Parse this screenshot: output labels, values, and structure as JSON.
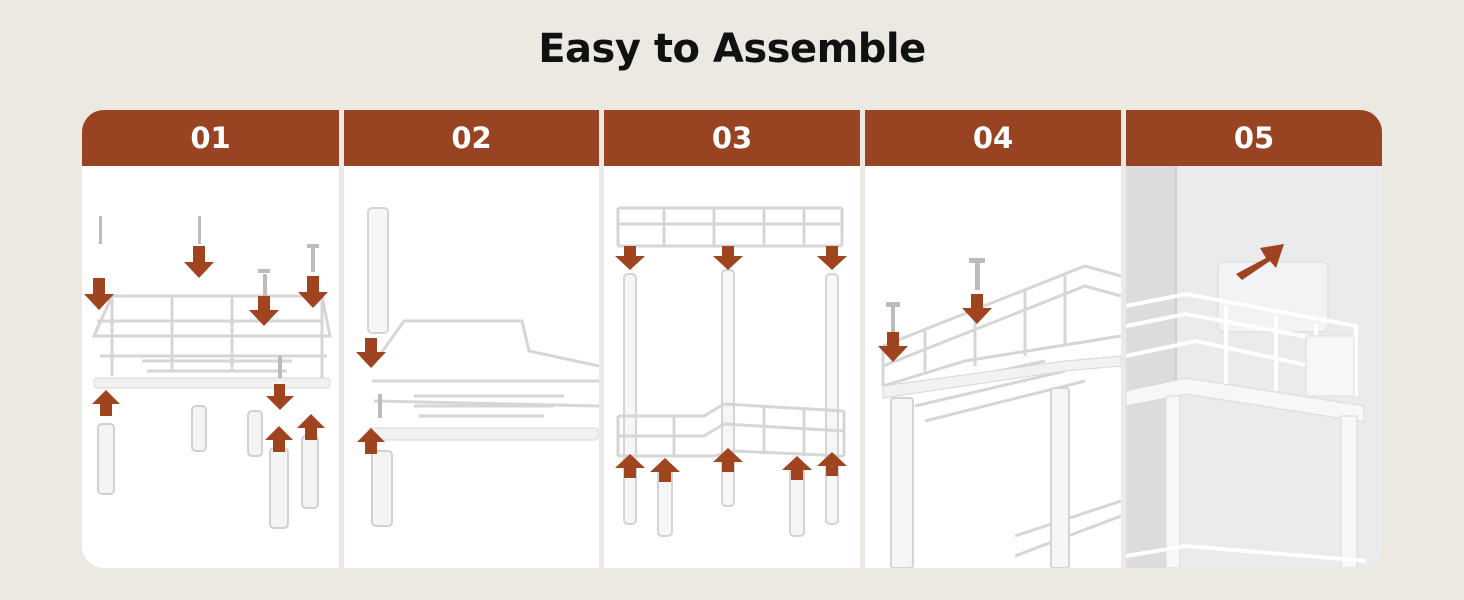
{
  "page": {
    "title": "Easy to Assemble"
  },
  "steps": [
    {
      "label": "01"
    },
    {
      "label": "02"
    },
    {
      "label": "03"
    },
    {
      "label": "04"
    },
    {
      "label": "05"
    }
  ],
  "colors": {
    "header": "#984321",
    "arrow": "#a0441f",
    "background": "#ece8e2",
    "panel": "#ffffff"
  },
  "icons": [
    "down-arrow-icon",
    "up-arrow-icon",
    "screw-icon",
    "shelf-illustration",
    "wall-mount-arrow-icon"
  ]
}
